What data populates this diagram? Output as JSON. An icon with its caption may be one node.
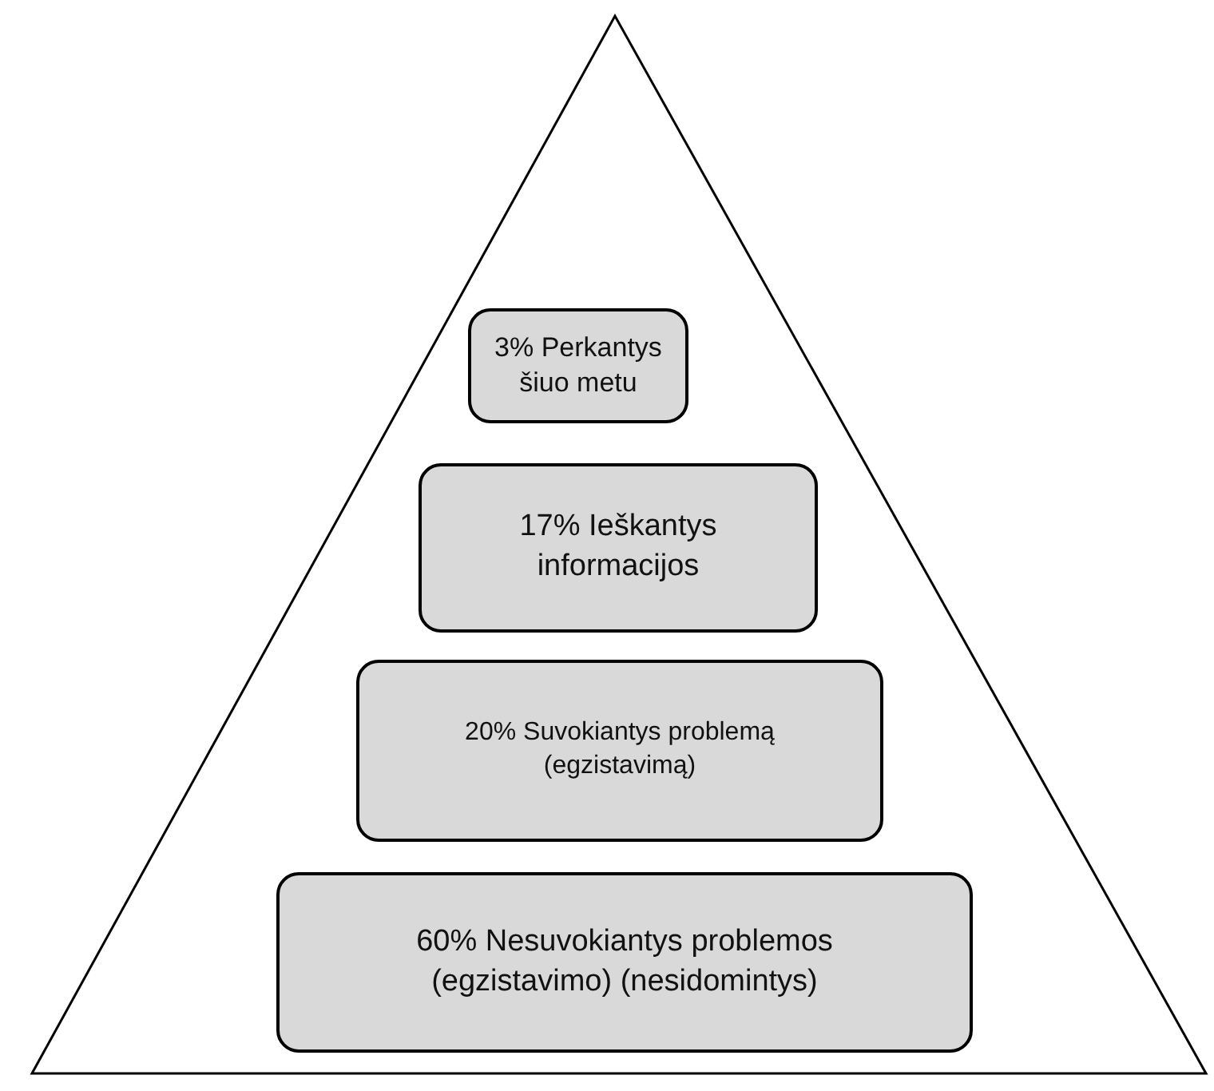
{
  "diagram": {
    "nodes": [
      {
        "text": [],
        "shape": "triangle"
      },
      {
        "text": [
          "3% Perkantys šiuo metu"
        ],
        "in": 0
      },
      {
        "text": [
          "17% Ieškantys informacijos"
        ],
        "in": 0
      },
      {
        "text": [
          "20% Suvokiantys problemą (egzistavimą)"
        ],
        "in": 0
      },
      {
        "text": [
          "60% Nesuvokiantys problemos (egzistavimo) (nesidomintys)"
        ],
        "in": 0
      }
    ]
  }
}
